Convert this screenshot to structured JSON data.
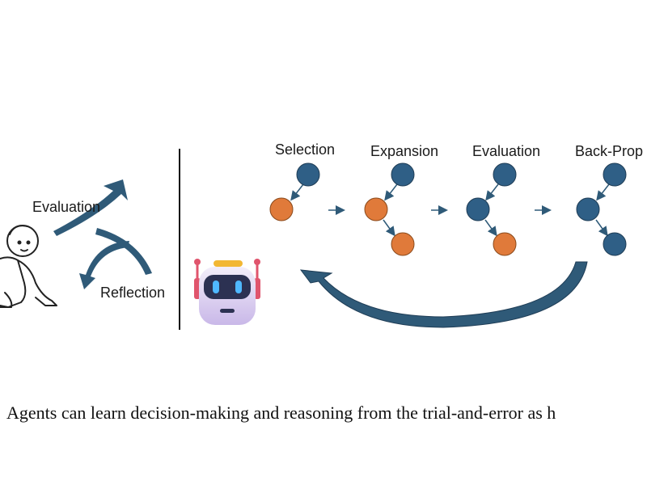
{
  "left_cycle": {
    "evaluation_label": "Evaluation",
    "reflection_label": "Reflection",
    "arrow_color": "#2f5a78"
  },
  "stages": [
    {
      "label": "Selection"
    },
    {
      "label": "Expansion"
    },
    {
      "label": "Evaluation"
    },
    {
      "label": "Back-Prop"
    }
  ],
  "colors": {
    "node_blue": "#2f5f86",
    "node_orange": "#e07a3a",
    "arrow": "#2f5a78",
    "divider": "#111111"
  },
  "icons": {
    "person": "baby-crawling-icon",
    "robot": "robot-icon"
  },
  "caption": "Agents can learn decision-making and reasoning from the trial-and-error as h"
}
